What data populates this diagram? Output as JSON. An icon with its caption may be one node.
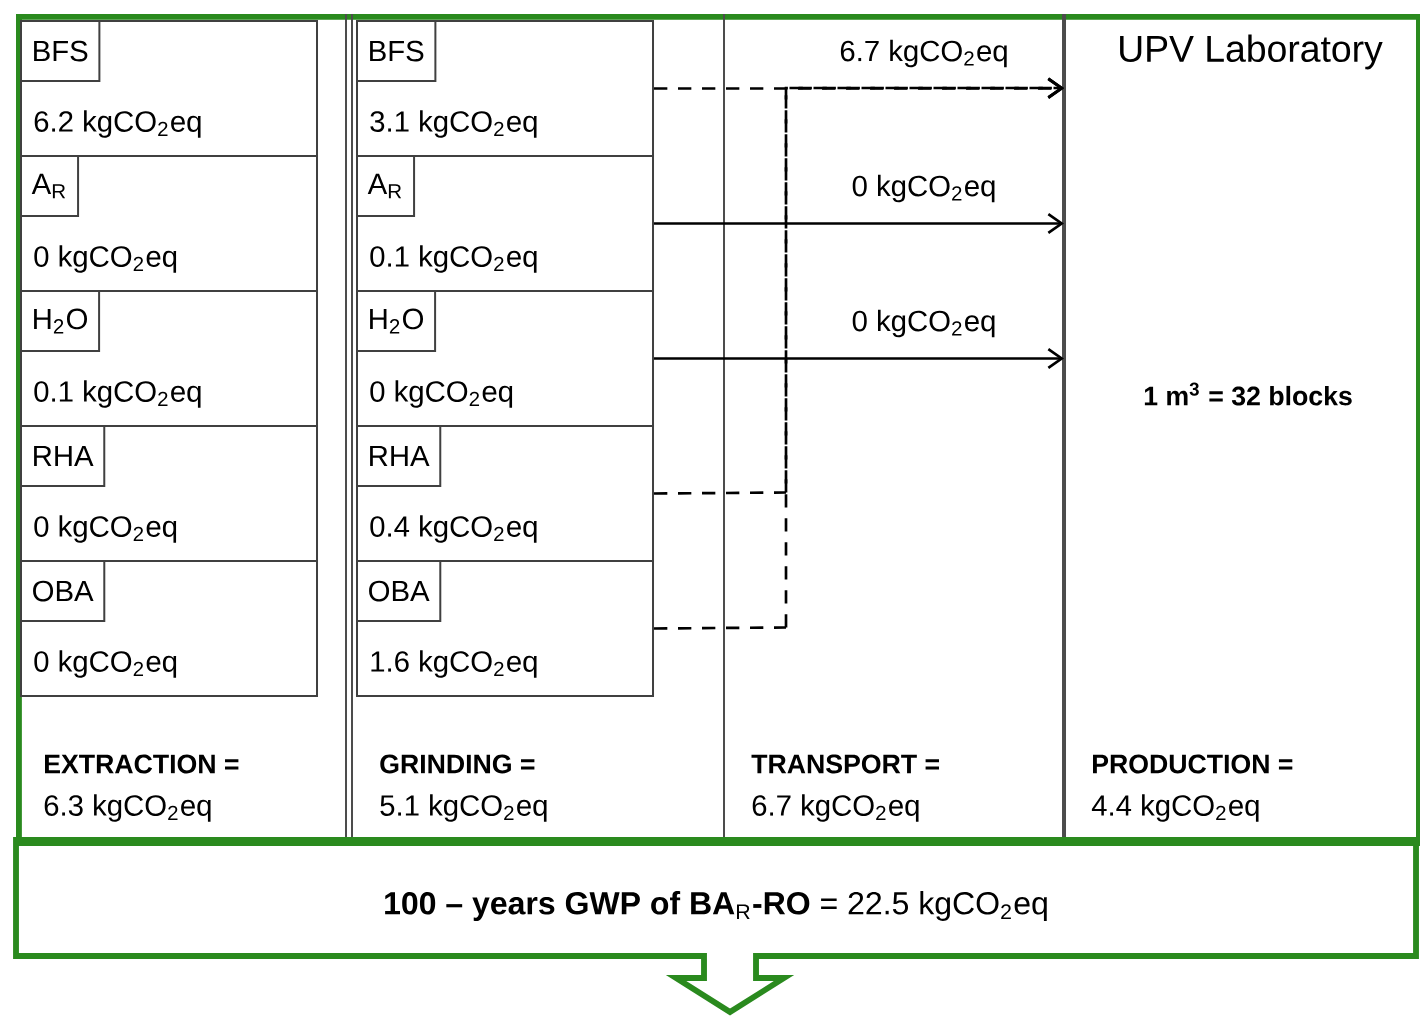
{
  "diagram": {
    "nodes": [
      {
        "text": [],
        "shape": "box"
      },
      {
        "text": [
          "EXTRACTION =",
          "6.3 kgCO$_{2}$eq"
        ],
        "in": 0
      },
      {
        "text": [
          "6.2 kgCO$_{2}$eq"
        ],
        "in": 1
      },
      {
        "text": [
          "BFS"
        ],
        "in": 2
      },
      {
        "text": [
          "0 kgCO$_{2}$eq"
        ],
        "in": 1
      },
      {
        "text": [
          "A$_{R}$"
        ],
        "in": 4
      },
      {
        "text": [
          "0.1 kgCO$_{2}$eq"
        ],
        "in": 1
      },
      {
        "text": [
          "H$_{2}$O"
        ],
        "in": 6
      },
      {
        "text": [
          "0 kgCO$_{2}$eq"
        ],
        "in": 1
      },
      {
        "text": [
          "RHA"
        ],
        "in": 8
      },
      {
        "text": [
          "0 kgCO$_{2}$eq"
        ],
        "in": 1
      },
      {
        "text": [
          "OBA"
        ],
        "in": 10
      },
      {
        "text": [
          "GRINDING =",
          "5.1 kgCO$_{2}$eq"
        ],
        "in": 0
      },
      {
        "text": [
          "3.1 kgCO$_{2}$eq"
        ],
        "in": 12
      },
      {
        "text": [
          "BFS"
        ],
        "in": 13
      },
      {
        "text": [
          "0.1 kgCO$_{2}$eq"
        ],
        "in": 12
      },
      {
        "text": [
          "A$_{R}$"
        ],
        "in": 15
      },
      {
        "text": [
          "0 kgCO$_{2}$eq"
        ],
        "in": 12
      },
      {
        "text": [
          "H$_{2}$O"
        ],
        "in": 17
      },
      {
        "text": [
          "0.4 kgCO$_{2}$eq"
        ],
        "in": 12
      },
      {
        "text": [
          "RHA"
        ],
        "in": 19
      },
      {
        "text": [
          "1.6 kgCO$_{2}$eq"
        ],
        "in": 12
      },
      {
        "text": [
          "OBA"
        ],
        "in": 21
      },
      {
        "text": [
          "UPV Laboratory",
          "1 m$^{3}$ = 32 blocks",
          "PRODUCTION =",
          "4.4 kgCO$_{2}$eq"
        ],
        "in": 0
      },
      {
        "text": [
          "**100 – years GWP of BA**$_{R}$**-RO** = 22.5 kgCO$_{2}$eq"
        ]
      }
    ],
    "edges": [
      {
        "from": 13,
        "to": 23,
        "arrow": "to",
        "style": "dashed",
        "label": "6.7 kgCO$_{2}$eq"
      },
      {
        "from": 15,
        "to": 23,
        "arrow": "to",
        "label": "0 kgCO$_{2}$eq"
      },
      {
        "from": 17,
        "to": 23,
        "arrow": "to",
        "label": "0 kgCO$_{2}$eq"
      },
      {
        "from": 19,
        "to": 23,
        "arrow": "to",
        "style": "dashed"
      },
      {
        "from": 21,
        "to": 23,
        "arrow": "to",
        "style": "dashed"
      }
    ],
    "labels": [
      "TRANSPORT =",
      "6.7 kgCO$_{2}$eq"
    ]
  }
}
